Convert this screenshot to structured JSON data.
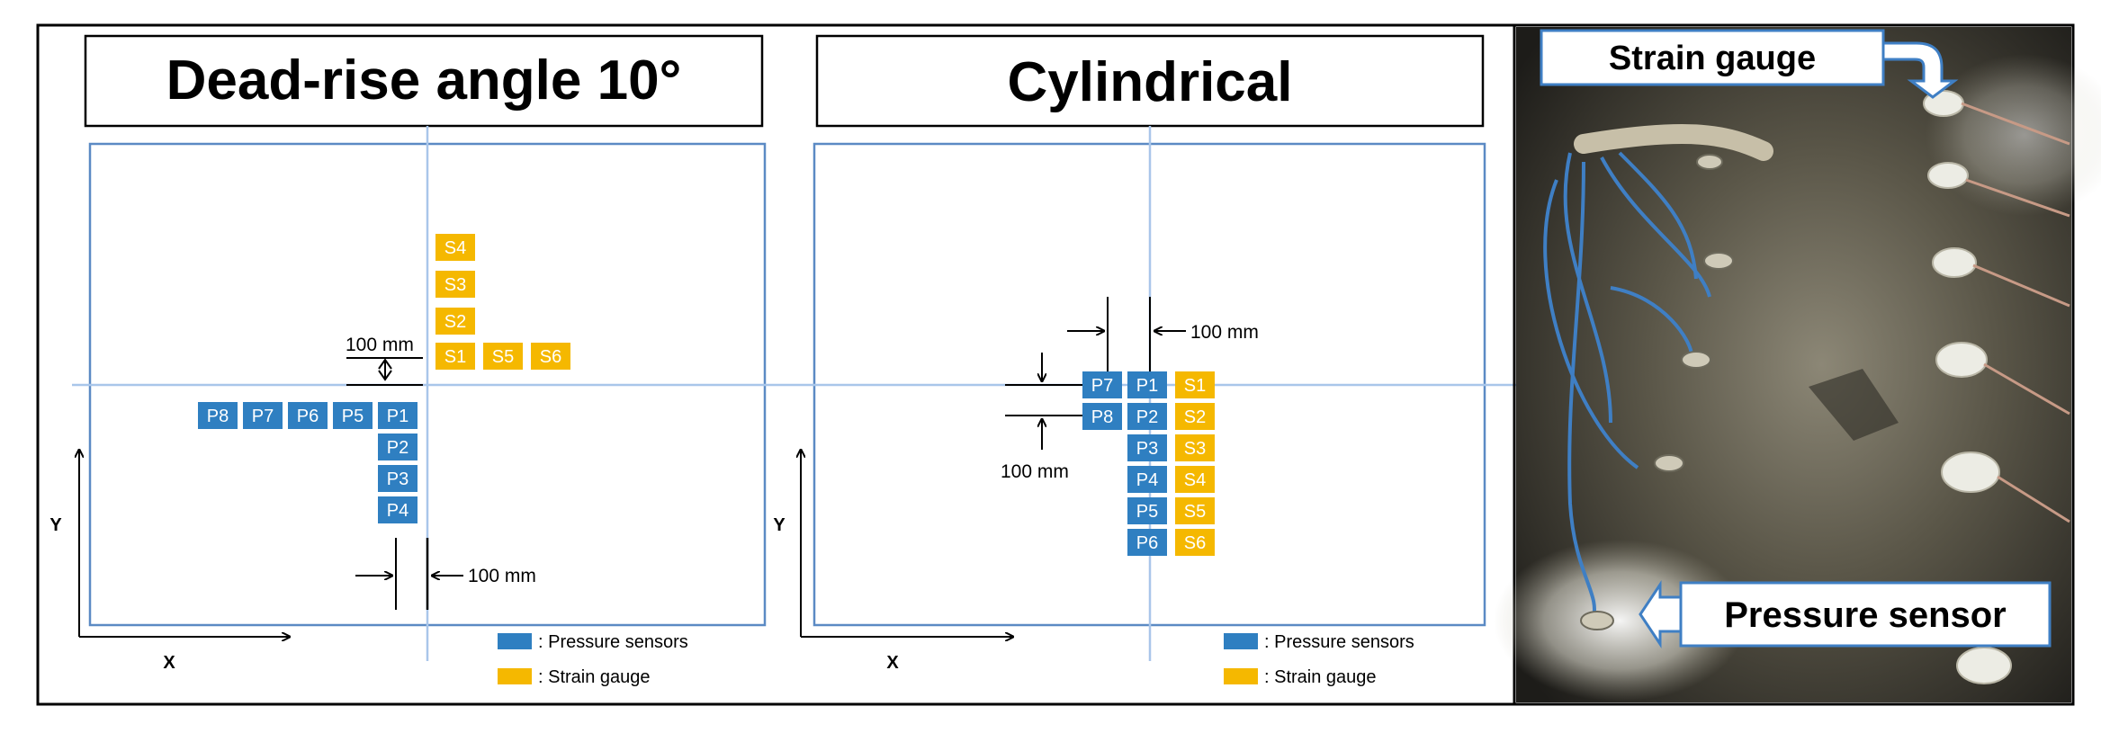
{
  "panels": {
    "deadrise": {
      "title": "Dead-rise angle 10°",
      "pressure_sensors": [
        "P8",
        "P7",
        "P6",
        "P5",
        "P1",
        "P2",
        "P3",
        "P4"
      ],
      "strain_gauges": [
        "S4",
        "S3",
        "S2",
        "S1",
        "S5",
        "S6"
      ],
      "spacing_label_top": "100 mm",
      "spacing_label_bottom": "100 mm",
      "axis_x": "X",
      "axis_y": "Y",
      "legend_pressure": ": Pressure sensors",
      "legend_strain": ": Strain gauge"
    },
    "cylindrical": {
      "title": "Cylindrical",
      "pressure_sensors": [
        "P7",
        "P8",
        "P1",
        "P2",
        "P3",
        "P4",
        "P5",
        "P6"
      ],
      "strain_gauges": [
        "S1",
        "S2",
        "S3",
        "S4",
        "S5",
        "S6"
      ],
      "spacing_label_top": "100 mm",
      "spacing_label_left": "100 mm",
      "axis_x": "X",
      "axis_y": "Y",
      "legend_pressure": ": Pressure sensors",
      "legend_strain": ": Strain gauge"
    },
    "photo": {
      "strain_label": "Strain gauge",
      "pressure_label": "Pressure sensor"
    }
  },
  "colors": {
    "pressure": "#2f7fc1",
    "strain": "#f5b800",
    "frame": "#5b8ac4",
    "centerline": "#a9c6ea",
    "photo_bg": "#3b382f"
  }
}
